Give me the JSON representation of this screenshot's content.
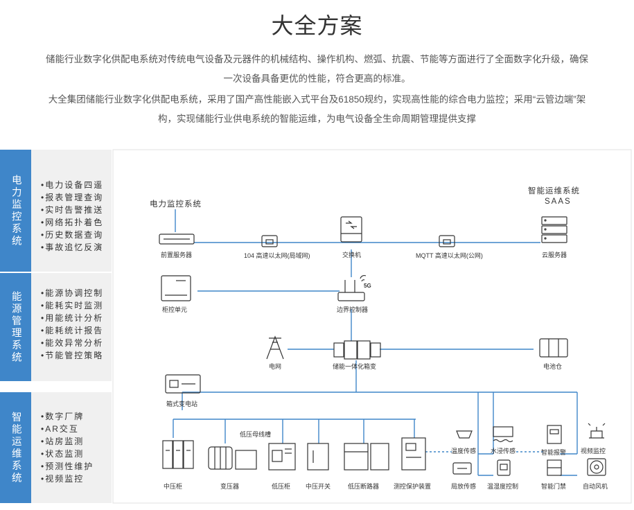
{
  "header": {
    "title": "大全方案",
    "para1": "储能行业数字化供配电系统对传统电气设备及元器件的机械结构、操作机构、燃弧、抗震、节能等方面进行了全面数字化升级，确保一次设备具备更优的性能，符合更高的标准。",
    "para2": "大全集团储能行业数字化供配电系统，采用了国产高性能嵌入式平台及61850规约，实现高性能的综合电力监控；采用“云管边端”架构，实现储能行业供电系统的智能运维，为电气设备全生命周期管理提供支撑"
  },
  "sidebar": [
    {
      "title": "电力监控系统",
      "items": [
        "电力设备四遥",
        "报表管理查询",
        "实时告警推送",
        "网络拓扑着色",
        "历史数据查询",
        "事故追忆反演"
      ]
    },
    {
      "title": "能源管理系统",
      "items": [
        "能源协调控制",
        "能耗实时监测",
        "用能统计分析",
        "能耗统计报告",
        "能效异常分析",
        "节能管控策略"
      ]
    },
    {
      "title": "智能运维系统",
      "items": [
        "数字厂牌",
        "AR交互",
        "站房监测",
        "状态监测",
        "预测性维护",
        "视频监控"
      ]
    }
  ],
  "diagram": {
    "power_monitor": "电力监控系统",
    "smart_ops": "智能运维系统",
    "saas": "SAAS",
    "front_server": "前置服务器",
    "lan_104": "104 高速以太网(局域网)",
    "switch": "交换机",
    "mqtt": "MQTT 高速以太网(公网)",
    "cloud_server": "云服务器",
    "cabinet_unit": "柜控单元",
    "edge_ctrl": "边界控制器",
    "badge_5g": "5G",
    "grid": "电网",
    "storage_box": "储能一体化箱变",
    "battery": "电池仓",
    "box_sub": "箱式变电站",
    "busbar": "低压母线槽",
    "mv_cab": "中压柜",
    "transformer": "变压器",
    "lv_cab": "低压柜",
    "mv_switch": "中压开关",
    "lv_breaker": "低压断路器",
    "protect_dev": "测控保护装置",
    "temp_sensor": "温度传感",
    "water_sensor": "水浸传感",
    "smart_alarm": "智能报警",
    "video_mon": "视频监控",
    "pd_sensor": "局放传感",
    "humid_ctrl": "温湿度控制",
    "smart_door": "智能门禁",
    "auto_fan": "自动风机"
  },
  "colors": {
    "accent": "#3f86c9",
    "line": "#3f86c9",
    "icon": "#333333"
  }
}
